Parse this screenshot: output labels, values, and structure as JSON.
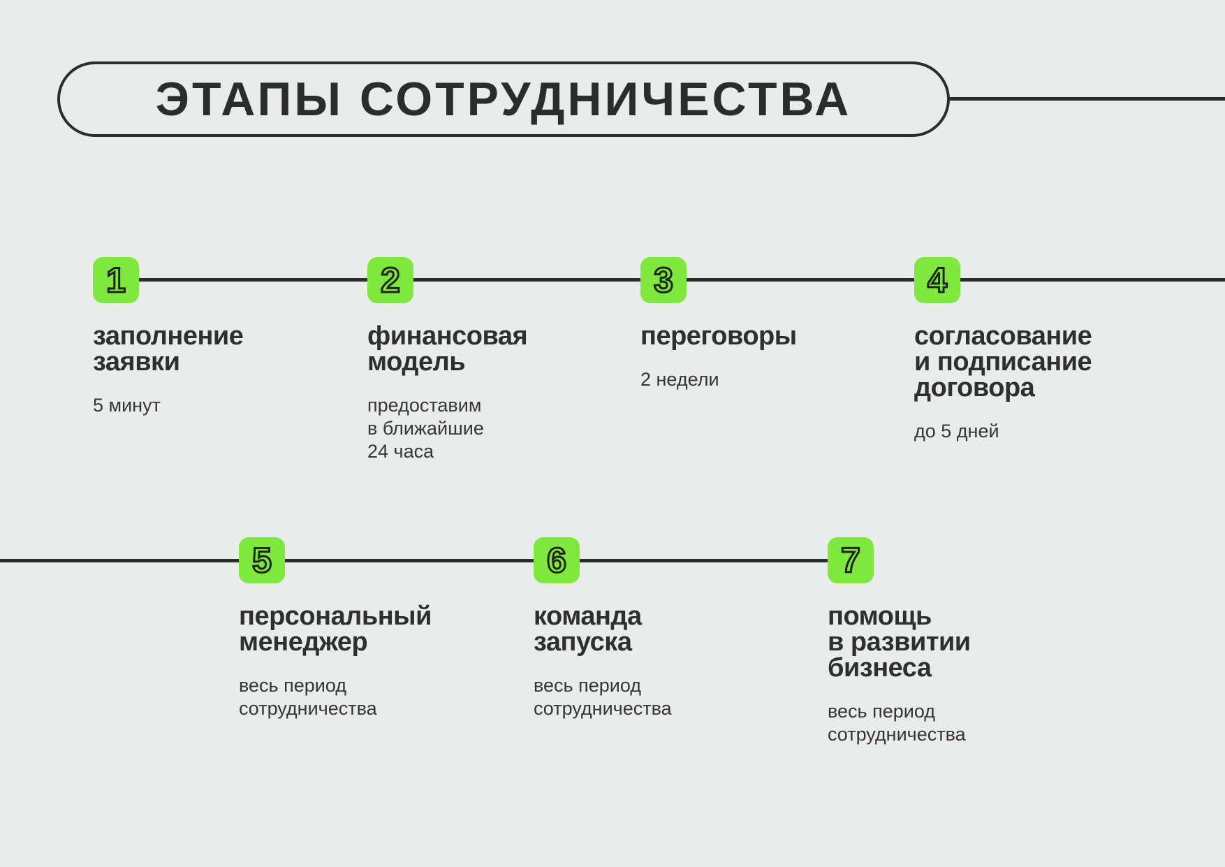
{
  "colors": {
    "background": "#eaebeb",
    "accent_green": "#7ee83d",
    "ink": "#2b2d2b"
  },
  "header": {
    "title": "ЭТАПЫ СОТРУДНИЧЕСТВА"
  },
  "steps": [
    {
      "number": "1",
      "title": "заполнение\nзаявки",
      "note": "5 минут"
    },
    {
      "number": "2",
      "title": "финансовая\nмодель",
      "note": "предоставим\nв ближайшие\n24 часа"
    },
    {
      "number": "3",
      "title": "переговоры",
      "note": "2 недели"
    },
    {
      "number": "4",
      "title": "согласование\nи подписание\nдоговора",
      "note": "до 5 дней"
    },
    {
      "number": "5",
      "title": "персональный\nменеджер",
      "note": "весь период\nсотрудничества"
    },
    {
      "number": "6",
      "title": "команда\nзапуска",
      "note": "весь период\nсотрудничества"
    },
    {
      "number": "7",
      "title": "помощь\nв развитии\nбизнеса",
      "note": "весь период\nсотрудничества"
    }
  ]
}
